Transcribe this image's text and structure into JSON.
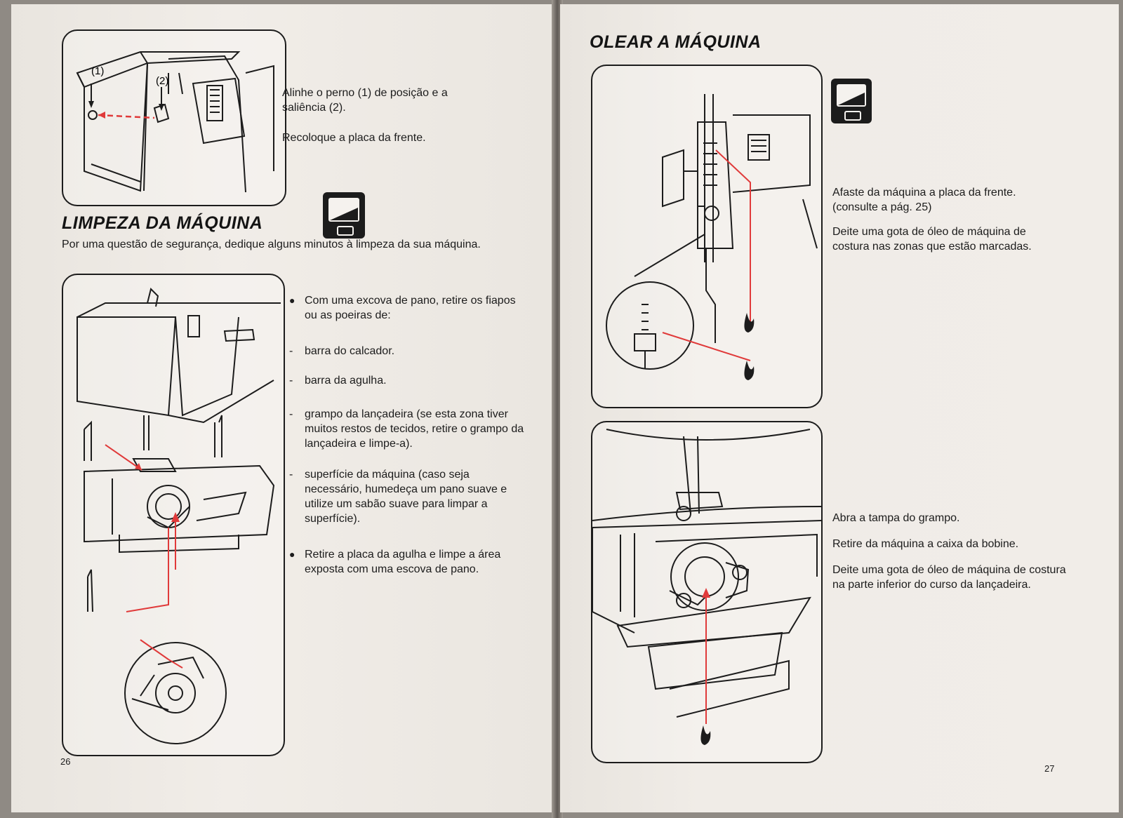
{
  "colors": {
    "arrow": "#e03a3a",
    "ink": "#1c1c1c",
    "paper": "#efebe6"
  },
  "left_page": {
    "page_number": "26",
    "top_panel": {
      "label_1": "(2)",
      "label_2": "(1)",
      "lines": [
        "Alinhe o perno (1) de posição e a saliência (2).",
        "Recoloque a placa da frente."
      ]
    },
    "cleaning": {
      "title": "LIMPEZA DA MÁQUINA",
      "icon": "power-off-icon",
      "intro": "Por uma questão de segurança, dedique alguns minutos à limpeza da sua máquina.",
      "bullet_1": "Com uma excova de pano, retire os fiapos ou as poeiras de:",
      "dash_items": [
        "barra do calcador.",
        "barra da agulha.",
        "grampo da lançadeira (se esta zona tiver muitos restos de tecidos, retire o grampo da lançadeira e limpe-a).",
        "superfície da máquina (caso seja necessário, humedeça um pano suave e utilize um sabão suave para limpar a superfície)."
      ],
      "bullet_2": "Retire a placa da agulha e limpe a área exposta com uma escova de pano."
    }
  },
  "right_page": {
    "page_number": "27",
    "oiling": {
      "title": "OLEAR A MÁQUINA",
      "icon": "power-off-icon",
      "step_1": [
        "Afaste da máquina a placa da frente. (consulte a pág. 25)",
        "Deite uma gota de óleo de máquina de costura nas zonas que estão marcadas."
      ],
      "step_2": [
        "Abra a tampa do grampo.",
        "Retire da máquina a caixa da bobine.",
        "Deite uma gota de óleo de máquina de costura na parte inferior do curso da lançadeira."
      ]
    }
  }
}
